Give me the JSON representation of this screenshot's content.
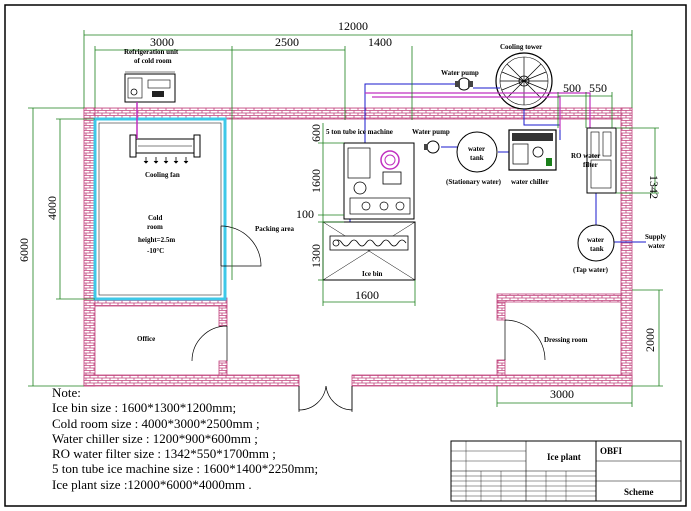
{
  "dimensions": {
    "total_width": "12000",
    "total_height": "6000",
    "top_3000": "3000",
    "top_2500": "2500",
    "top_1400": "1400",
    "top_500": "500",
    "top_550": "550",
    "left_4000": "4000",
    "right_1342": "1342",
    "mid_600": "600",
    "mid_1600": "1600",
    "mid_100": "100",
    "mid_1300": "1300",
    "bottom_1600": "1600",
    "right_2000": "2000",
    "bottom_3000": "3000"
  },
  "labels": {
    "refrigeration_unit": "Refrigeration unit",
    "refrigeration_unit_2": "of cold room",
    "cooling_tower": "Cooling tower",
    "water_pump_top": "Water pump",
    "ice_machine": "5 ton tube ice machine",
    "water_pump_mid": "Water pump",
    "water_tank": "water",
    "water_tank_2": "tank",
    "stationary_water": "(Stationary water)",
    "water_chiller": "water chiller",
    "ro_water_filter": "RO water",
    "ro_water_filter_2": "filter",
    "cooling_fan": "Cooling fan",
    "cold_room": "Cold",
    "cold_room_2": "room",
    "cold_room_3": "height=2.5m",
    "cold_room_4": "-10°C",
    "packing_area": "Packing area",
    "ice_bin": "Ice bin",
    "supply_water": "Supply",
    "supply_water_2": "water",
    "tap_water_tank": "water",
    "tap_water_tank_2": "tank",
    "tap_water": "(Tap water)",
    "office": "Office",
    "dressing_room": "Dressing room"
  },
  "notes": {
    "title": "Note:",
    "lines": [
      "Ice bin size : 1600*1300*1200mm;",
      "Cold room size : 4000*3000*2500mm ;",
      "Water chiller size : 1200*900*600mm ;",
      "RO water filter size : 1342*550*1700mm ;",
      "5 ton tube ice machine size : 1600*1400*2250mm;",
      "Ice plant size :12000*6000*4000mm ."
    ]
  },
  "title_block": {
    "title": "Ice plant",
    "company": "OBFI",
    "scheme": "Scheme"
  },
  "colors": {
    "wall_hatch": "#c0407a",
    "dimension": "#1a7f1a",
    "cold_room_border": "#3ec8e8",
    "water_pipe": "#1a1acc",
    "refrigerant_pipe": "#c030c0"
  }
}
